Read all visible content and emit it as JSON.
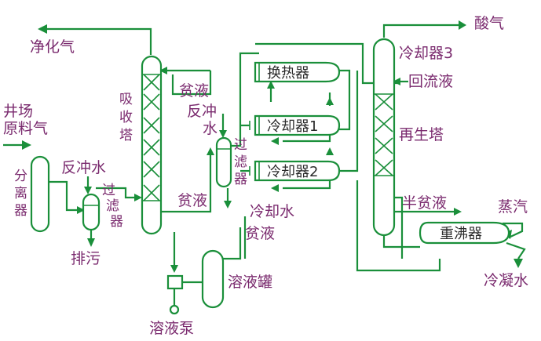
{
  "colors": {
    "pipe": "#1a8f3a",
    "label": "#7a2a6e",
    "equipment_text": "#2b2b2b",
    "background": "#ffffff"
  },
  "labels": {
    "purified_gas": "净化气",
    "wellsite_line1": "井场",
    "wellsite_line2": "原料气",
    "separator_c1": "分",
    "separator_c2": "离",
    "separator_c3": "器",
    "backwash_water_left": "反冲水",
    "filter_left_c1": "过",
    "filter_left_c2": "滤",
    "filter_left_c3": "器",
    "blowdown": "排污",
    "absorber_c1": "吸",
    "absorber_c2": "收",
    "absorber_c3": "塔",
    "rich_liquid_top": "贫液",
    "backwash_water_right_1": "反冲",
    "backwash_water_right_2": "水",
    "filter_right_c1": "过",
    "filter_right_c2": "滤",
    "filter_right_c3": "器",
    "lean_liquid_mid": "贫液",
    "heat_exchanger": "换热器",
    "cooler_1": "冷却器1",
    "cooler_2": "冷却器2",
    "cooler_3": "冷却器3",
    "acid_gas": "酸气",
    "reflux": "回流液",
    "regenerator": "再生塔",
    "cooling_water": "冷却水",
    "lean_liquid_low": "贫液",
    "semi_lean": "半贫液",
    "reboiler": "重沸器",
    "steam": "蒸汽",
    "condensate": "冷凝水",
    "solution_tank": "溶液罐",
    "solution_pump": "溶液泵"
  }
}
